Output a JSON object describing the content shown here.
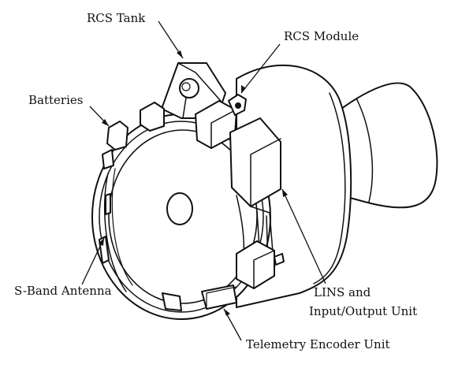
{
  "labels": {
    "rcs_tank": "RCS Tank",
    "rcs_module": "RCS Module",
    "batteries": "Batteries",
    "s_band_antenna": "S-Band Antenna",
    "lins_line1": "LINS and",
    "lins_line2": "Input/Output Unit",
    "telemetry": "Telemetry Encoder Unit"
  },
  "colors": {
    "ink": "#111111",
    "paper": "#ffffff"
  }
}
